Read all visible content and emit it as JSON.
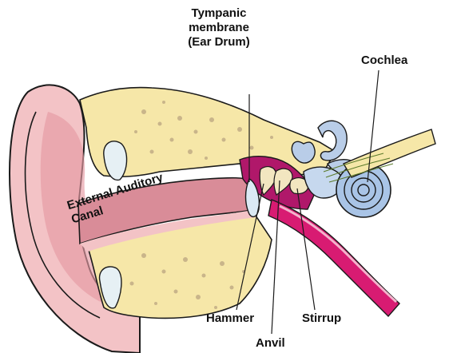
{
  "diagram": {
    "labels": {
      "tympanic_line1": "Tympanic",
      "tympanic_line2": "membrane",
      "tympanic_line3": "(Ear Drum)",
      "cochlea": "Cochlea",
      "canal_line1": "External Auditory",
      "canal_line2": "Canal",
      "hammer": "Hammer",
      "stirrup": "Stirrup",
      "anvil": "Anvil"
    },
    "colors": {
      "outer_ear": "#f3c3c6",
      "outer_ear_inner": "#e59aa3",
      "canal": "#d98c98",
      "bone": "#f6e7a8",
      "bone_dots": "#c9b58a",
      "ossicles": "#b0186a",
      "eustachian_tube": "#d81b72",
      "inner_ear": "#b9cde8",
      "cochlea_fill": "#a9c4e6",
      "outline": "#1a1a1a"
    }
  }
}
